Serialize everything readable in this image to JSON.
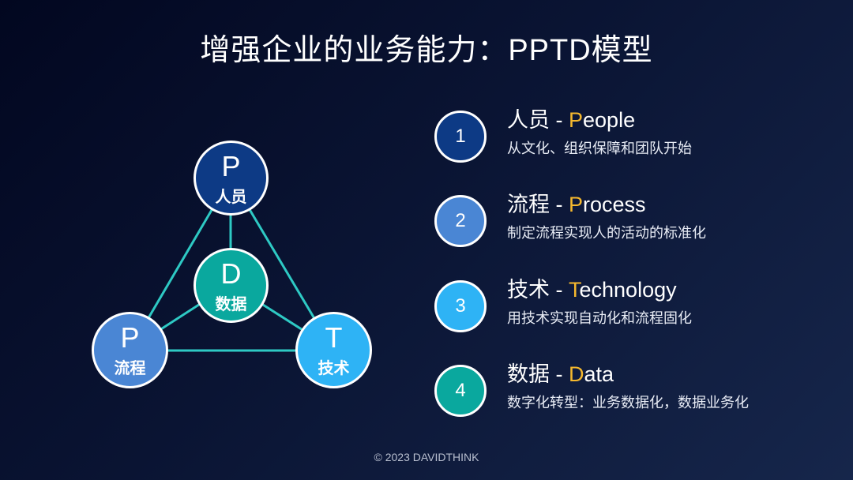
{
  "slide": {
    "title": "增强企业的业务能力：PPTD模型",
    "footer": "© 2023 DAVIDTHINK"
  },
  "colors": {
    "people": "#0d3a85",
    "process": "#4a86d4",
    "technology": "#2eb3f5",
    "data": "#0aa89e",
    "connector": "#2ec9c4",
    "accent": "#f5b82e",
    "background_start": "#020720",
    "background_end": "#16264b"
  },
  "diagram": {
    "nodes": [
      {
        "id": "people",
        "letter": "P",
        "label": "人员"
      },
      {
        "id": "process",
        "letter": "P",
        "label": "流程"
      },
      {
        "id": "technology",
        "letter": "T",
        "label": "技术"
      },
      {
        "id": "data",
        "letter": "D",
        "label": "数据"
      }
    ],
    "edges": [
      [
        "people",
        "process"
      ],
      [
        "people",
        "technology"
      ],
      [
        "process",
        "technology"
      ],
      [
        "people",
        "data"
      ],
      [
        "process",
        "data"
      ],
      [
        "technology",
        "data"
      ]
    ]
  },
  "items": [
    {
      "number": "1",
      "cn": "人员",
      "sep": " - ",
      "initial": "P",
      "rest": "eople",
      "desc": "从文化、组织保障和团队开始"
    },
    {
      "number": "2",
      "cn": "流程",
      "sep": " - ",
      "initial": "P",
      "rest": "rocess",
      "desc": "制定流程实现人的活动的标准化"
    },
    {
      "number": "3",
      "cn": "技术",
      "sep": " - ",
      "initial": "T",
      "rest": "echnology",
      "desc": "用技术实现自动化和流程固化"
    },
    {
      "number": "4",
      "cn": "数据",
      "sep": " - ",
      "initial": "D",
      "rest": "ata",
      "desc": "数字化转型：业务数据化，数据业务化"
    }
  ]
}
